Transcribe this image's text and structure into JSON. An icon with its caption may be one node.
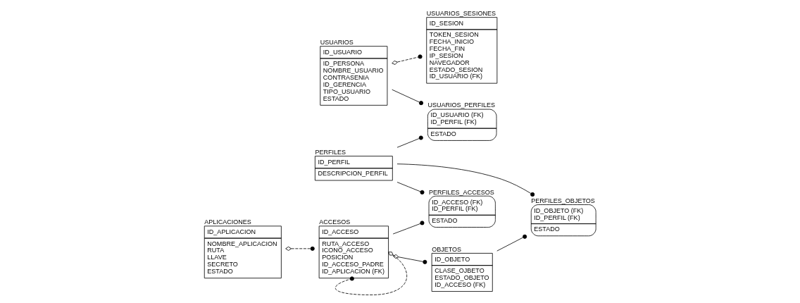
{
  "diagram": {
    "nodes": [
      {
        "text": [
          "USUARIOS_SESIONES",
          "ID_SESION",
          "TOKEN_SESION FECHA_INICIO FECHA_FIN IP_SESION NAVEGADOR ESTADO_SESION ID_USUARIO (FK)"
        ]
      },
      {
        "text": [
          "USUARIOS",
          "ID_USUARIO",
          "ID_PERSONA NOMBRE_USUARIO CONTRASENIA ID_GERENCIA TIPO_USUARIO ESTADO"
        ]
      },
      {
        "text": [
          "USUARIOS_PERFILES",
          "ID_USUARIO (FK) ID_PERFIL (FK)",
          "ESTADO"
        ]
      },
      {
        "text": [
          "APLICACIONES",
          "ID_APLICACION",
          "NOMBRE_APLICACION RUTA LLAVE SECRETO ESTADO"
        ]
      },
      {
        "text": [
          "ACCESOS",
          "ID_ACCESO",
          "RUTA_ACCESO ICONO_ACCESO POSICION ID_ACCESO_PADRE ID_APLICACION (FK)"
        ]
      },
      {
        "text": [
          "PERFILES",
          "ID_PERFIL",
          "DESCRIPCION_PERFIL"
        ]
      },
      {
        "text": [
          "PERFILES_ACCESOS",
          "ID_ACCESO (FK) ID_PERFIL (FK)",
          "ESTADO"
        ]
      },
      {
        "text": [
          "PERFILES_OBJETOS",
          "ID_OBJETO (FK) ID_PERFIL (FK)",
          "ESTADO"
        ]
      },
      {
        "text": [
          "OBJETOS",
          "ID_OBJETO",
          "CLASE_OJBETO ESTADO_OBJETO ID_ACCESO (FK)"
        ]
      }
    ],
    "edges": [
      {
        "from": 1,
        "to": 0,
        "arrow": "other",
        "style": "dashed"
      },
      {
        "from": 1,
        "to": 2,
        "arrow": "other"
      },
      {
        "from": 5,
        "to": 2,
        "arrow": "other"
      },
      {
        "from": 5,
        "to": 6,
        "arrow": "other"
      },
      {
        "from": 4,
        "to": 6,
        "arrow": "other"
      },
      {
        "from": 5,
        "to": 7,
        "arrow": "other"
      },
      {
        "from": 8,
        "to": 7,
        "arrow": "other"
      },
      {
        "from": 3,
        "to": 4,
        "arrow": "other",
        "style": "dashed"
      },
      {
        "from": 4,
        "to": 8,
        "arrow": "other"
      },
      {
        "from": 4,
        "to": 4,
        "arrow": "other",
        "style": "dashed"
      }
    ]
  }
}
